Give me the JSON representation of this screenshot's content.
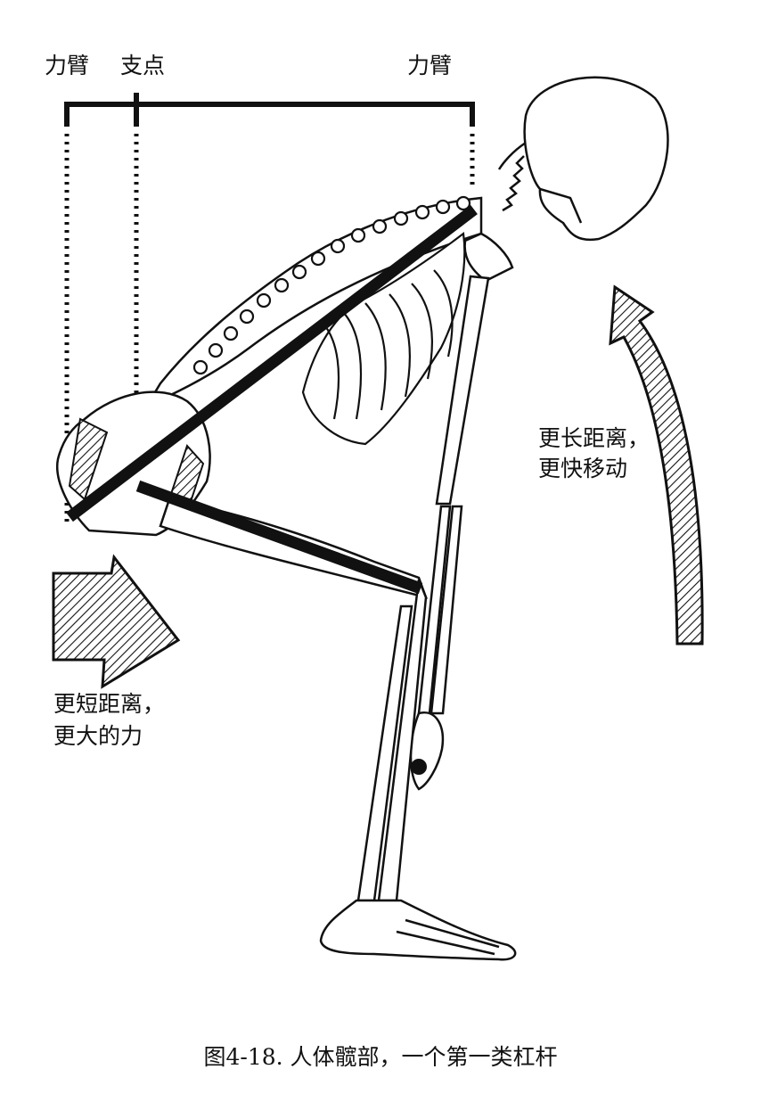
{
  "labels": {
    "force_arm_left": "力臂",
    "fulcrum": "支点",
    "force_arm_right": "力臂",
    "longer_line1": "更长距离，",
    "longer_line2": "更快移动",
    "shorter_line1": "更短距离，",
    "shorter_line2": "更大的力"
  },
  "caption": "图4-18. 人体髋部，一个第一类杠杆",
  "colors": {
    "ink": "#111111",
    "paper": "#ffffff"
  }
}
